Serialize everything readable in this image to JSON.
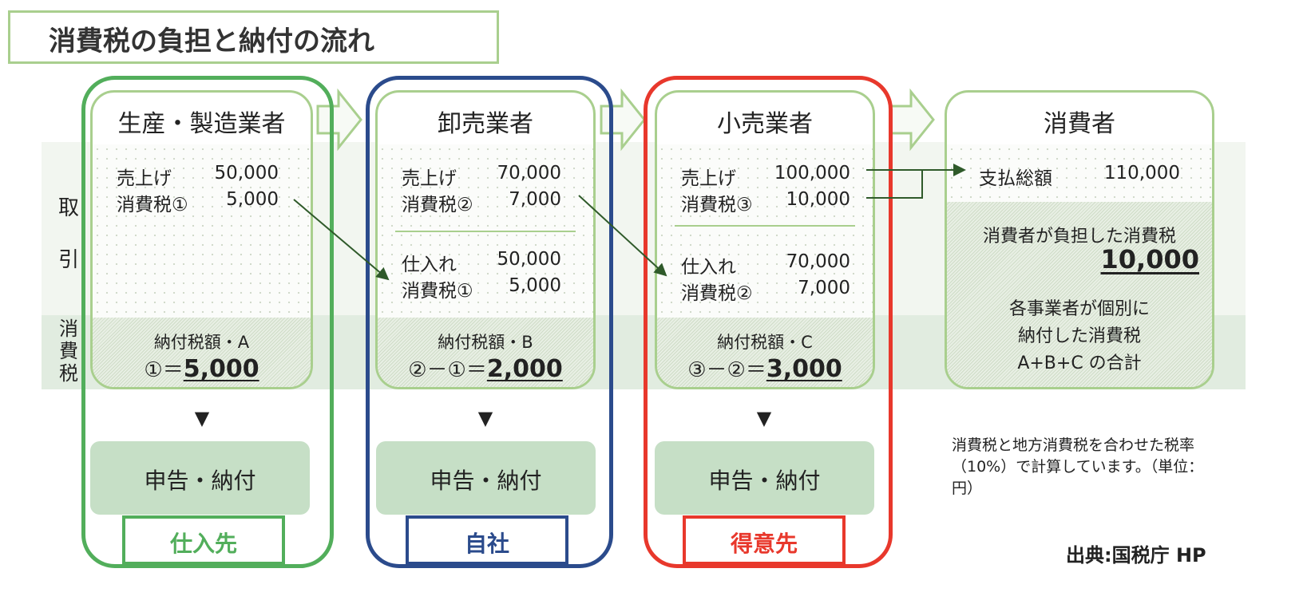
{
  "title": "消費税の負担と納付の流れ",
  "side_labels": {
    "transaction_1": "取",
    "transaction_2": "引",
    "tax": "消費税"
  },
  "colors": {
    "supplier": "#52ae5b",
    "self": "#2b4b8c",
    "customer": "#e8382c",
    "card_border": "#a9cf8e"
  },
  "cards": [
    {
      "name": "生産・製造業者",
      "sales_label": "売上げ",
      "sales": "50,000",
      "tax_label": "消費税①",
      "tax": "5,000",
      "pay_label": "納付税額・A",
      "pay_formula": "①＝",
      "pay_value": "5,000",
      "declare": "申告・納付",
      "tag": "仕入先"
    },
    {
      "name": "卸売業者",
      "sales_label": "売上げ",
      "sales": "70,000",
      "tax_label": "消費税②",
      "tax": "7,000",
      "purchase_label": "仕入れ",
      "purchase": "50,000",
      "ptax_label": "消費税①",
      "ptax": "5,000",
      "pay_label": "納付税額・B",
      "pay_formula": "②－①＝",
      "pay_value": "2,000",
      "declare": "申告・納付",
      "tag": "自社"
    },
    {
      "name": "小売業者",
      "sales_label": "売上げ",
      "sales": "100,000",
      "tax_label": "消費税③",
      "tax": "10,000",
      "purchase_label": "仕入れ",
      "purchase": "70,000",
      "ptax_label": "消費税②",
      "ptax": "7,000",
      "pay_label": "納付税額・C",
      "pay_formula": "③－②＝",
      "pay_value": "3,000",
      "declare": "申告・納付",
      "tag": "得意先"
    }
  ],
  "consumer": {
    "name": "消費者",
    "total_label": "支払総額",
    "total": "110,000",
    "burden_label": "消費者が負担した消費税",
    "burden": "10,000",
    "sum_1": "各事業者が個別に",
    "sum_2": "納付した消費税",
    "sum_3": "A+B+C の合計"
  },
  "triangle": "▼",
  "note": "消費税と地方消費税を合わせた税率（10%）で計算しています。（単位：円）",
  "source": "出典:国税庁 HP"
}
